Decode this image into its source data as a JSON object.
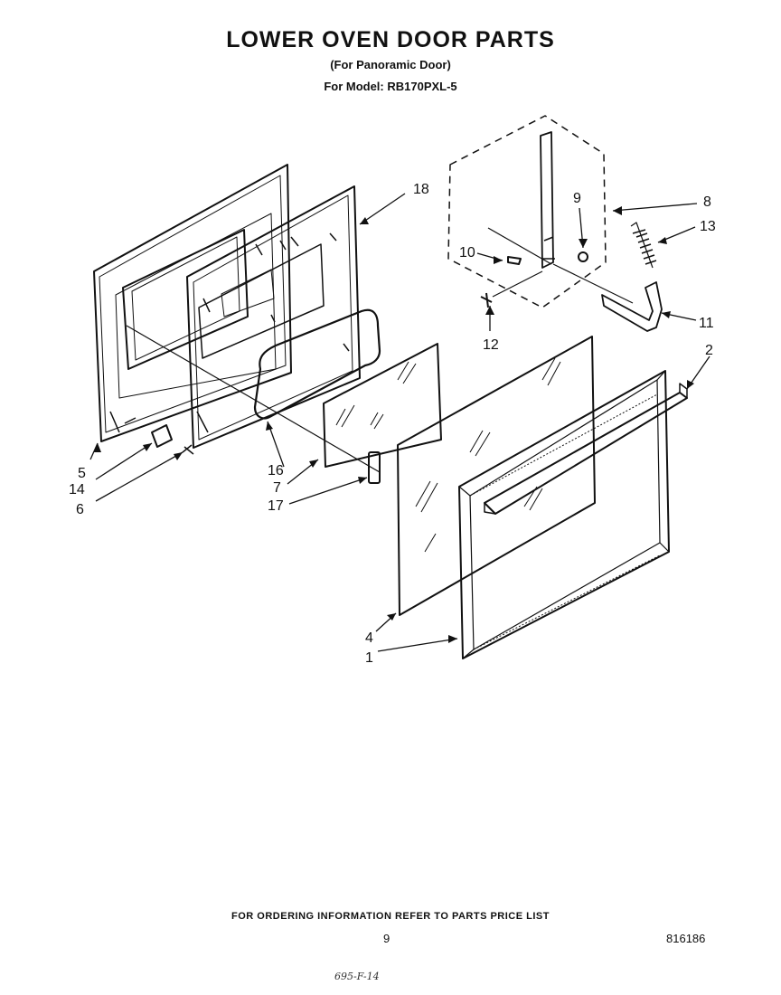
{
  "header": {
    "title": "LOWER OVEN DOOR PARTS",
    "subtitle": "(For Panoramic Door)",
    "model_line": "For Model: RB170PXL-5"
  },
  "callouts": {
    "c1": "1",
    "c2": "2",
    "c4": "4",
    "c5": "5",
    "c6": "6",
    "c7": "7",
    "c8": "8",
    "c9": "9",
    "c10": "10",
    "c11": "11",
    "c12": "12",
    "c13": "13",
    "c14": "14",
    "c16": "16",
    "c17": "17",
    "c18": "18"
  },
  "footer": {
    "ordering_note": "FOR ORDERING INFORMATION REFER TO PARTS PRICE LIST",
    "page_number": "9",
    "part_number": "816186",
    "handwritten_note": "695-F-14"
  }
}
